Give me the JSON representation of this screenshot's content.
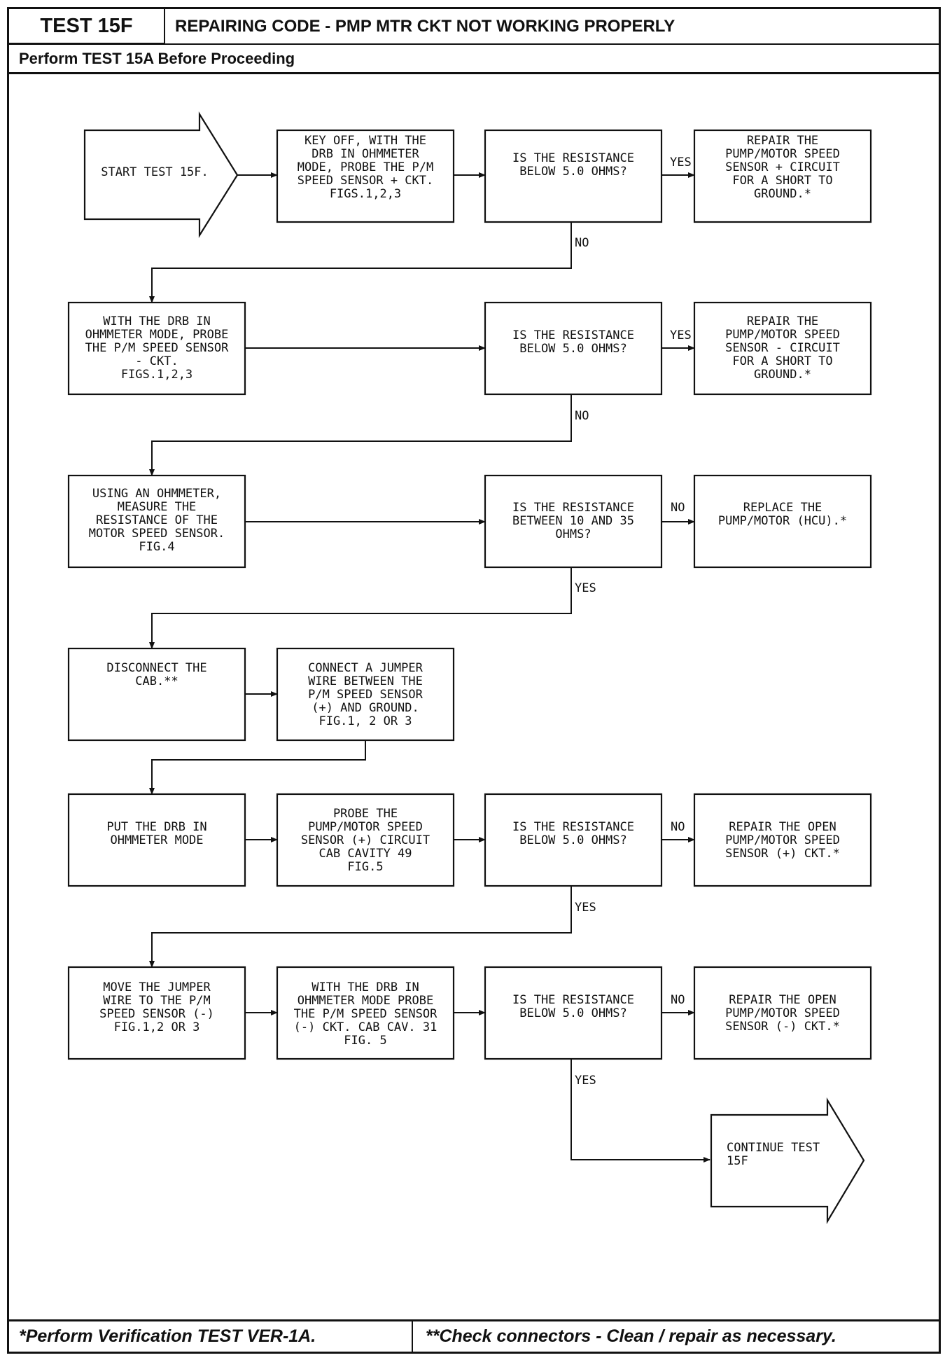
{
  "header": {
    "test_id": "TEST 15F",
    "title": "REPAIRING CODE - PMP MTR CKT NOT WORKING PROPERLY",
    "subtitle": "Perform TEST 15A Before Proceeding"
  },
  "footer": {
    "note_left": "*Perform Verification TEST VER-1A.",
    "note_right": "**Check connectors - Clean / repair as necessary."
  },
  "flowchart": {
    "start": [
      "START TEST 15F."
    ],
    "r1_action": [
      "KEY OFF, WITH THE",
      "DRB IN OHMMETER",
      "MODE, PROBE THE P/M",
      "SPEED SENSOR + CKT.",
      "FIGS.1,2,3"
    ],
    "r1_question": [
      "IS THE RESISTANCE",
      "BELOW 5.0 OHMS?"
    ],
    "r1_result": [
      "REPAIR THE",
      "PUMP/MOTOR SPEED",
      "SENSOR + CIRCUIT",
      "FOR A SHORT TO",
      "GROUND.*"
    ],
    "r1_yes": "YES",
    "r1_no": "NO",
    "r2_action": [
      "WITH THE DRB IN",
      "OHMMETER MODE, PROBE",
      "THE P/M SPEED SENSOR",
      "- CKT.",
      "FIGS.1,2,3"
    ],
    "r2_question": [
      "IS THE RESISTANCE",
      "BELOW 5.0 OHMS?"
    ],
    "r2_result": [
      "REPAIR THE",
      "PUMP/MOTOR SPEED",
      "SENSOR - CIRCUIT",
      "FOR A SHORT TO",
      "GROUND.*"
    ],
    "r2_yes": "YES",
    "r2_no": "NO",
    "r3_action": [
      "USING AN OHMMETER,",
      "MEASURE THE",
      "RESISTANCE OF THE",
      "MOTOR SPEED SENSOR.",
      "FIG.4"
    ],
    "r3_question": [
      "IS THE RESISTANCE",
      "BETWEEN 10 AND 35",
      "OHMS?"
    ],
    "r3_result": [
      "REPLACE THE",
      "PUMP/MOTOR (HCU).*"
    ],
    "r3_no": "NO",
    "r3_yes": "YES",
    "r4_action_a": [
      "DISCONNECT THE",
      "CAB.**"
    ],
    "r4_action_b": [
      "CONNECT A JUMPER",
      "WIRE BETWEEN THE",
      "P/M SPEED SENSOR",
      "(+) AND GROUND.",
      "FIG.1, 2 OR 3"
    ],
    "r5_action_a": [
      "PUT THE DRB IN",
      "OHMMETER MODE"
    ],
    "r5_action_b": [
      "PROBE THE",
      "PUMP/MOTOR SPEED",
      "SENSOR (+) CIRCUIT",
      "CAB CAVITY 49",
      "FIG.5"
    ],
    "r5_question": [
      "IS THE RESISTANCE",
      "BELOW 5.0 OHMS?"
    ],
    "r5_result": [
      "REPAIR THE OPEN",
      "PUMP/MOTOR SPEED",
      "SENSOR (+) CKT.*"
    ],
    "r5_no": "NO",
    "r5_yes": "YES",
    "r6_action_a": [
      "MOVE THE JUMPER",
      "WIRE TO THE P/M",
      "SPEED SENSOR (-)",
      "",
      "FIG.1,2 OR 3"
    ],
    "r6_action_b": [
      "WITH THE DRB IN",
      "OHMMETER MODE PROBE",
      "THE P/M SPEED SENSOR",
      "(-) CKT. CAB CAV. 31",
      "FIG. 5"
    ],
    "r6_question": [
      "IS THE RESISTANCE",
      "BELOW 5.0 OHMS?"
    ],
    "r6_result": [
      "REPAIR THE OPEN",
      "PUMP/MOTOR SPEED",
      "SENSOR (-) CKT.*"
    ],
    "r6_no": "NO",
    "r6_yes": "YES",
    "end": [
      "CONTINUE TEST",
      "15F"
    ]
  }
}
